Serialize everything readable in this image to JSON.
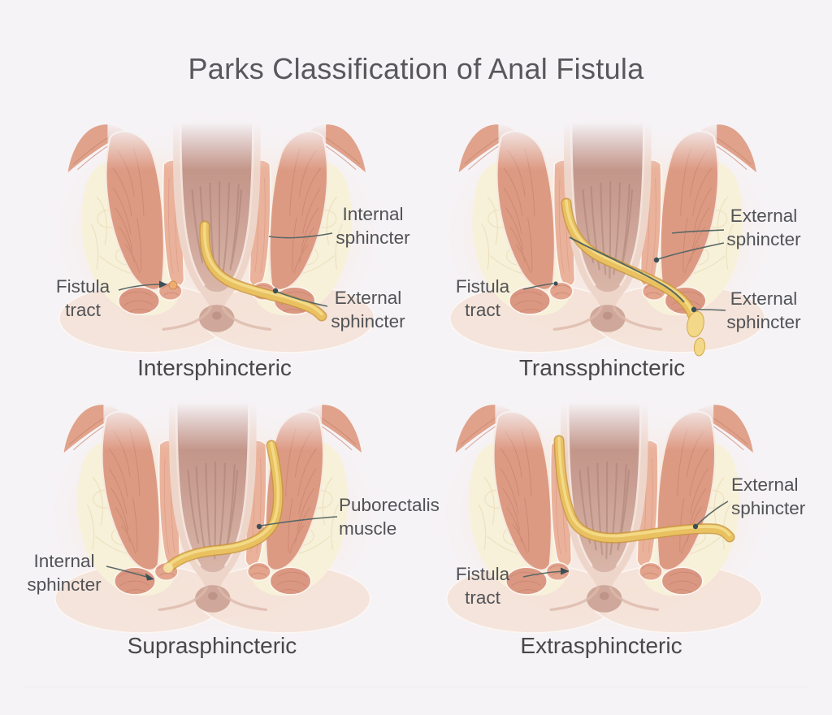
{
  "title": "Parks Classification of Anal Fistula",
  "panels": {
    "intersphincteric": {
      "caption": "Intersphincteric",
      "labels": {
        "internal_sphincter": "Internal\nsphincter",
        "fistula_tract": "Fistula\ntract",
        "external_sphincter": "External\nsphincter"
      }
    },
    "transsphincteric": {
      "caption": "Transsphincteric",
      "labels": {
        "external_sphincter_top": "External\nsphincter",
        "fistula_tract": "Fistula\ntract",
        "external_sphincter_bottom": "External\nsphincter"
      }
    },
    "suprasphincteric": {
      "caption": "Suprasphincteric",
      "labels": {
        "puborectalis_muscle": "Puborectalis\nmuscle",
        "internal_sphincter": "Internal\nsphincter"
      }
    },
    "extrasphincteric": {
      "caption": "Extrasphincteric",
      "labels": {
        "external_sphincter": "External\nsphincter",
        "fistula_tract": "Fistula\ntract"
      }
    }
  },
  "colors": {
    "background": "#f6f3f6",
    "title_text": "#59575b",
    "label_text": "#515356",
    "caption_text": "#48484b",
    "fat": "#f8f1d9",
    "muscle": "#dd9a83",
    "canal": "#c89c90",
    "fistula": "#e9c161"
  }
}
